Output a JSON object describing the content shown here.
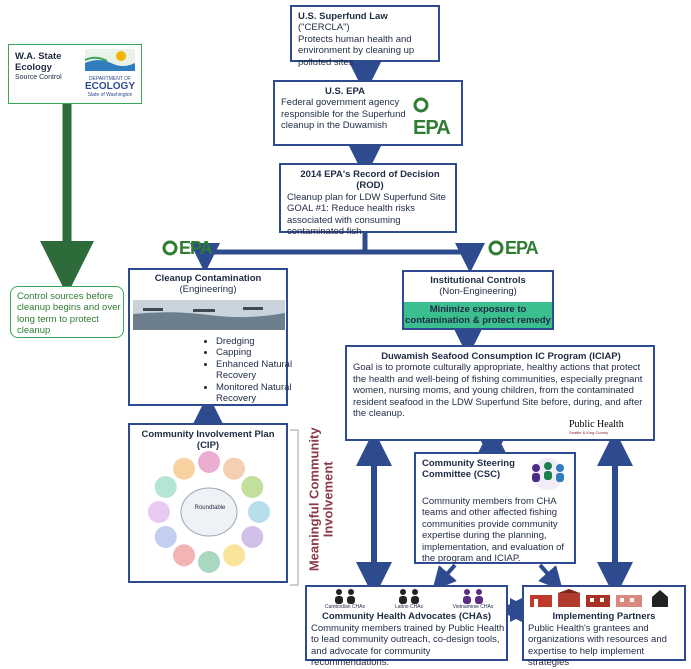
{
  "superfund": {
    "title": "U.S. Superfund Law",
    "title_suffix": " (\"CERCLA\")",
    "text": "Protects human health and environment by cleaning up polluted sites"
  },
  "epa": {
    "title": "U.S. EPA",
    "text": "Federal government agency responsible for the Superfund cleanup in the Duwamish",
    "logo": "EPA"
  },
  "rod": {
    "title": "2014 EPA's Record of Decision (ROD)",
    "text": "Cleanup plan for LDW Superfund Site GOAL #1: Reduce health risks associated with consuming contaminated fish"
  },
  "ecology": {
    "title": "W.A. State Ecology",
    "subtitle": "Source Control",
    "logo_line1": "DEPARTMENT OF",
    "logo_line2": "ECOLOGY",
    "logo_line3": "State of Washington",
    "note": "Control sources before cleanup begins and over long term to protect cleanup"
  },
  "cleanup": {
    "title": "Cleanup Contamination",
    "subtitle": "(Engineering)",
    "items": [
      "Dredging",
      "Capping",
      "Enhanced Natural Recovery",
      "Monitored Natural Recovery"
    ]
  },
  "institutional": {
    "title": "Institutional Controls",
    "subtitle": "(Non-Engineering)",
    "banner": "Minimize exposure to contamination & protect remedy"
  },
  "iciap": {
    "title": "Duwamish Seafood Consumption IC Program (ICIAP)",
    "text": "Goal is to promote culturally appropriate, healthy actions that protect the health and well-being of fishing communities, especially pregnant women, nursing moms, and young children, from the contaminated resident seafood in the LDW Superfund Site before, during, and after the cleanup.",
    "logo": "Public Health",
    "logo_sub": "Seattle & King County"
  },
  "cip": {
    "title": "Community Involvement Plan (CIP)",
    "center": "Roundtable"
  },
  "meaningful": {
    "label": "Meaningful Community Involvement"
  },
  "csc": {
    "title": "Community Steering Committee (CSC)",
    "text": "Community members from CHA teams and other affected fishing communities provide community expertise during the planning, implementation, and evaluation of the program and ICIAP."
  },
  "cha": {
    "title": "Community Health Advocates (CHAs)",
    "groups": [
      "Cambodian CHAs",
      "Latino CHAs",
      "Vietnamese CHAs"
    ],
    "text": "Community members trained by Public Health to lead community outreach, co-design tools, and advocate for community recommendations."
  },
  "partners": {
    "title": "Implementing Partners",
    "text": "Public Health's grantees and organizations with resources and expertise to help implement strategies"
  },
  "colors": {
    "navy": "#2f4b8f",
    "green": "#2e7d32",
    "teal_banner": "#3bbf8f",
    "maroon": "#8c3b4a"
  }
}
